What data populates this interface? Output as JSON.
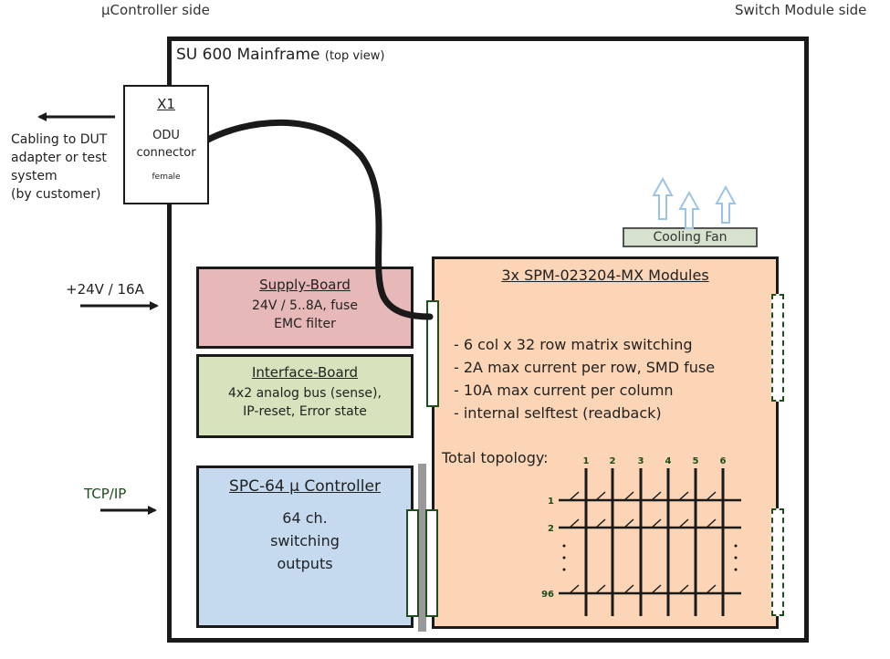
{
  "header": {
    "left_label": "µController side",
    "right_label": "Switch Module side"
  },
  "mainframe": {
    "title": "SU 600 Mainframe",
    "subtitle": "(top view)"
  },
  "x1": {
    "title": "X1",
    "line1": "ODU",
    "line2": "connector",
    "gender": "female"
  },
  "external": {
    "cabling_lines": [
      "Cabling to DUT",
      "adapter or test",
      "system",
      "(by customer)"
    ],
    "power": "+24V / 16A",
    "tcp": "TCP/IP"
  },
  "supply_board": {
    "title": "Supply-Board",
    "lines": [
      "24V / 5..8A, fuse",
      "EMC filter"
    ]
  },
  "interface_board": {
    "title": "Interface-Board",
    "lines": [
      "4x2 analog bus (sense),",
      "IP-reset, Error state"
    ]
  },
  "controller": {
    "title": "SPC-64 µ Controller",
    "lines": [
      "64 ch.",
      "switching",
      "outputs"
    ]
  },
  "cooling_fan": {
    "label": "Cooling Fan"
  },
  "spm": {
    "title": "3x SPM-023204-MX Modules",
    "features": [
      "- 6 col x 32 row matrix switching",
      "- 2A max current per row, SMD fuse",
      "- 10A max current per column",
      "- internal selftest (readback)"
    ],
    "topology_label": "Total topology:",
    "columns": [
      "1",
      "2",
      "3",
      "4",
      "5",
      "6"
    ],
    "rows": [
      "1",
      "2",
      "96"
    ]
  },
  "colors": {
    "supply": "#e6b8b8",
    "interface": "#d6e3bc",
    "controller": "#c5d9ef",
    "spm": "#fbd5b5",
    "fan": "#d6e2cd",
    "connector_border": "#1f4e1f",
    "airflow": "#9dc3e6"
  }
}
